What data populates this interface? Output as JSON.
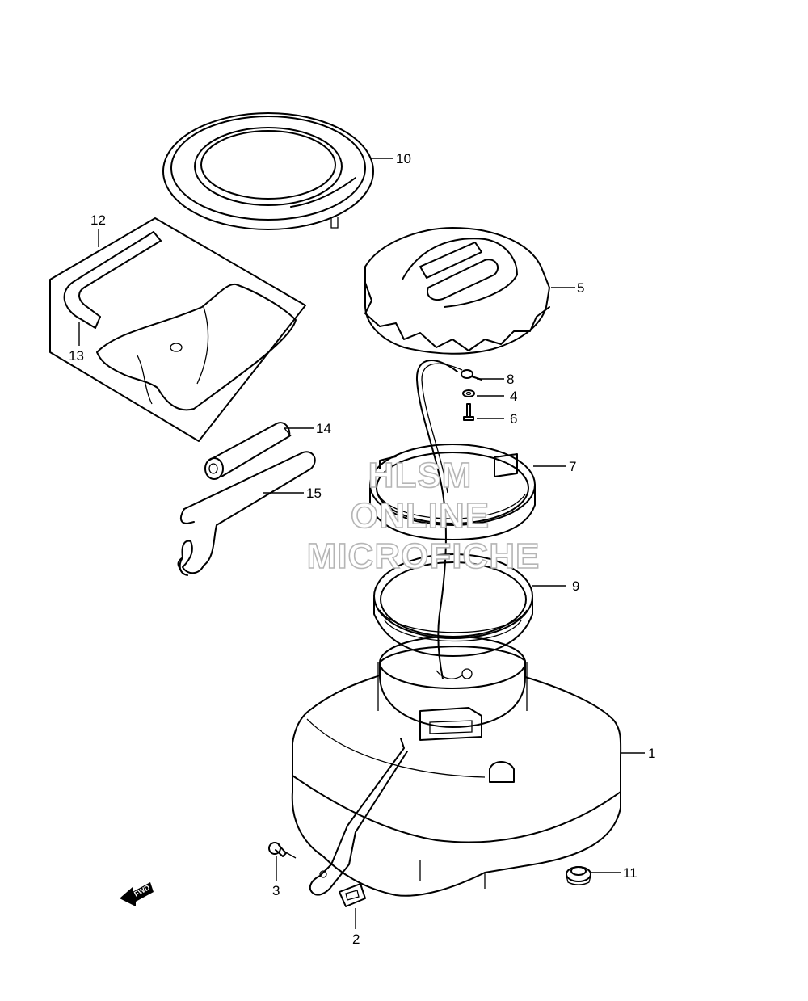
{
  "callouts": {
    "c1": "1",
    "c2": "2",
    "c3": "3",
    "c4": "4",
    "c5": "5",
    "c6": "6",
    "c7": "7",
    "c8": "8",
    "c9": "9",
    "c10": "10",
    "c11": "11",
    "c12": "12",
    "c13": "13",
    "c14": "14",
    "c15": "15"
  },
  "watermark": {
    "line1": "HLSM",
    "line2": "ONLINE",
    "line3": "MICROFICHE"
  },
  "direction_badge": "FWD"
}
